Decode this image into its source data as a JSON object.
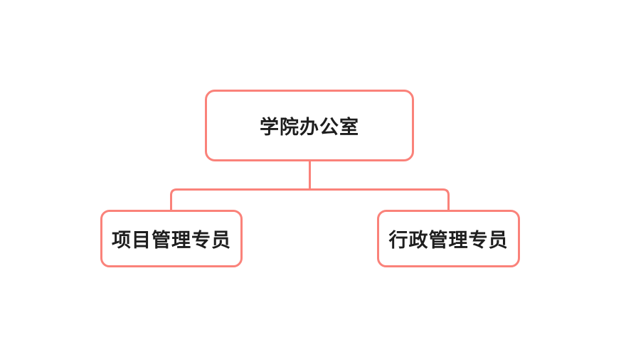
{
  "colors": {
    "accent": "#fa827a",
    "text": "#1e1e1e",
    "background": "#ffffff"
  },
  "tree": {
    "root": {
      "label": "学院办公室",
      "children": [
        {
          "label": "项目管理专员"
        },
        {
          "label": "行政管理专员"
        }
      ]
    }
  }
}
